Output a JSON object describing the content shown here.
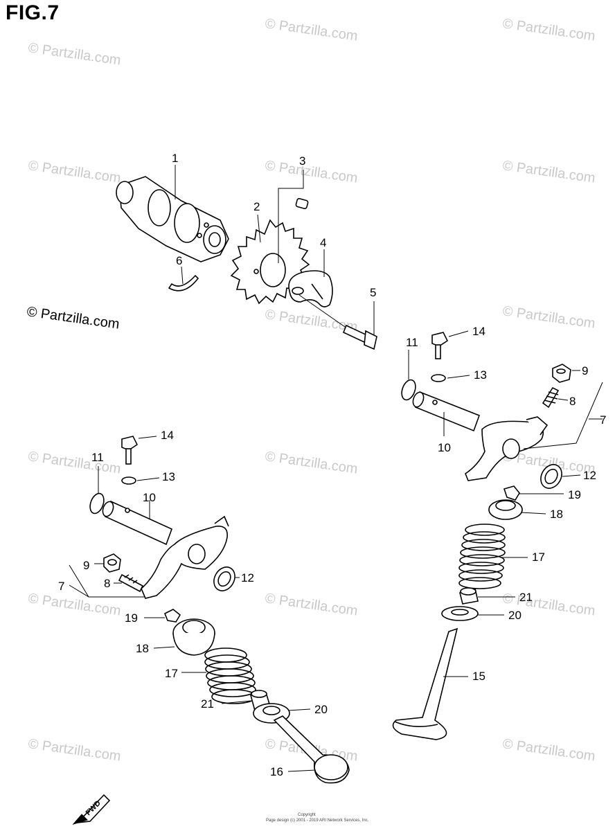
{
  "figure": {
    "title": "FIG.7"
  },
  "watermark": {
    "text": "© Partzilla.com"
  },
  "labels": {
    "l1": "1",
    "l2": "2",
    "l3": "3",
    "l4": "4",
    "l5": "5",
    "l6": "6",
    "l7a": "7",
    "l7b": "7",
    "l8a": "8",
    "l8b": "8",
    "l9a": "9",
    "l9b": "9",
    "l10a": "10",
    "l10b": "10",
    "l11a": "11",
    "l11b": "11",
    "l12a": "12",
    "l12b": "12",
    "l13a": "13",
    "l13b": "13",
    "l14a": "14",
    "l14b": "14",
    "l15": "15",
    "l16": "16",
    "l17a": "17",
    "l17b": "17",
    "l18a": "18",
    "l18b": "18",
    "l19a": "19",
    "l19b": "19",
    "l20a": "20",
    "l20b": "20",
    "l21a": "21",
    "l21b": "21"
  },
  "fwd_label": "FWD",
  "copyright": {
    "line1": "Copyright",
    "line2": "Page design (c) 2001 - 2019 ARI Network Services, Inc."
  }
}
